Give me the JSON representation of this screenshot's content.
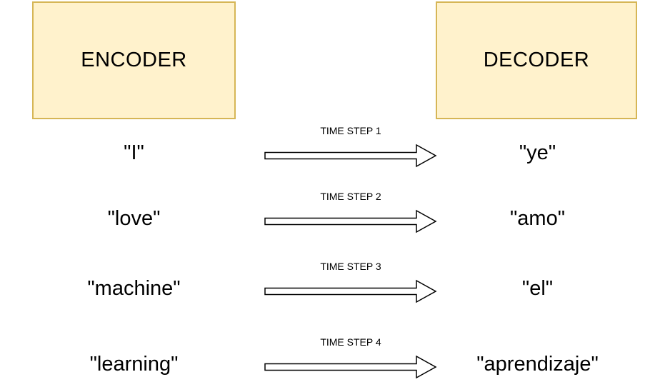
{
  "diagram": {
    "title": "encoder-decoder-time-steps",
    "encoder": {
      "label": "ENCODER"
    },
    "decoder": {
      "label": "DECODER"
    },
    "colors": {
      "box_fill": "#FFF2CC",
      "box_border": "#D6B656",
      "arrow_stroke": "#000000",
      "text": "#000000",
      "background": "#FFFFFF"
    },
    "rows": [
      {
        "source": "\"I\"",
        "step_label": "TIME STEP 1",
        "target": "\"ye\""
      },
      {
        "source": "\"love\"",
        "step_label": "TIME STEP 2",
        "target": "\"amo\""
      },
      {
        "source": "\"machine\"",
        "step_label": "TIME STEP 3",
        "target": "\"el\""
      },
      {
        "source": "\"learning\"",
        "step_label": "TIME STEP 4",
        "target": "\"aprendizaje\""
      }
    ]
  }
}
